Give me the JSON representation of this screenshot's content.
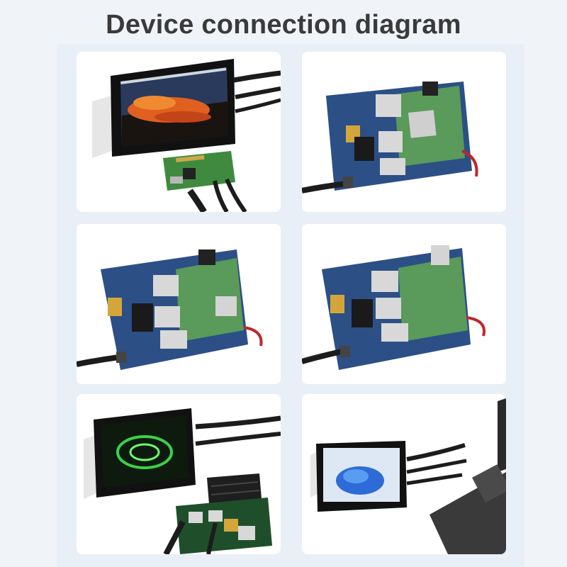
{
  "page": {
    "title": "Device connection diagram"
  },
  "cards": [
    {
      "scene": "display-with-raspberry-pi-zero"
    },
    {
      "scene": "raspberry-pi-cm4-io-board"
    },
    {
      "scene": "raspberry-pi-cm4-io-board-angled"
    },
    {
      "scene": "raspberry-pi-cm4-io-board-front"
    },
    {
      "scene": "display-with-jetson-nano"
    },
    {
      "scene": "display-with-laptop"
    }
  ],
  "colors": {
    "title": "#3a3a3a",
    "background": "#f0f4f8",
    "card": "#ffffff",
    "board_blue": "#2c4f86",
    "board_green": "#5a9a5a",
    "cable": "#1c1c1c"
  }
}
